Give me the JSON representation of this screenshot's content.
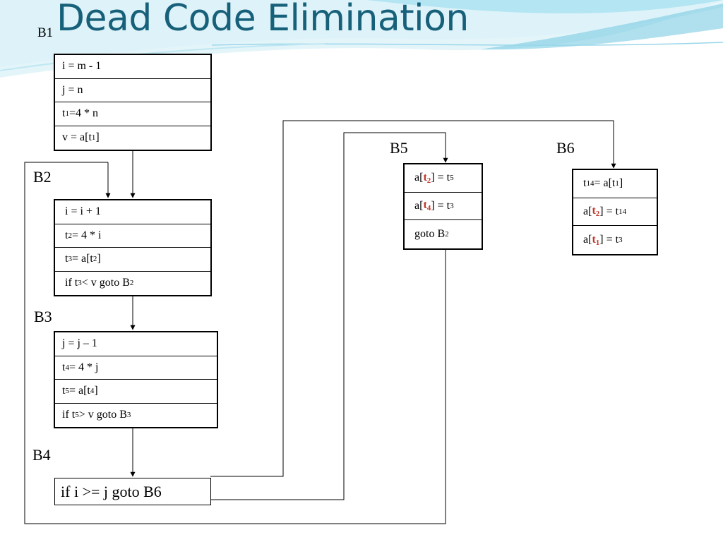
{
  "title": "Dead Code Elimination",
  "blocks": {
    "b1": {
      "label": "B1",
      "rows": [
        {
          "parts": [
            {
              "t": "i = m - 1"
            }
          ]
        },
        {
          "parts": [
            {
              "t": "j = n"
            }
          ]
        },
        {
          "parts": [
            {
              "t": "t"
            },
            {
              "sub": "1"
            },
            {
              "t": " =4 *  n"
            }
          ]
        },
        {
          "parts": [
            {
              "t": "v = a[t"
            },
            {
              "sub": "1"
            },
            {
              "t": "]"
            }
          ]
        }
      ]
    },
    "b2": {
      "label": "B2",
      "rows": [
        {
          "parts": [
            {
              "t": "i = i  + 1"
            }
          ]
        },
        {
          "parts": [
            {
              "t": "t"
            },
            {
              "sub": "2"
            },
            {
              "t": " = 4 * i"
            }
          ]
        },
        {
          "parts": [
            {
              "t": "t"
            },
            {
              "sub": "3"
            },
            {
              "t": " = a[t"
            },
            {
              "sub": "2"
            },
            {
              "t": "]"
            }
          ]
        },
        {
          "parts": [
            {
              "t": "if t"
            },
            {
              "sub": "3"
            },
            {
              "t": " < v goto B"
            },
            {
              "sub": "2"
            }
          ]
        }
      ]
    },
    "b3": {
      "label": "B3",
      "rows": [
        {
          "parts": [
            {
              "t": "j = j – 1"
            }
          ]
        },
        {
          "parts": [
            {
              "t": "t"
            },
            {
              "sub": "4"
            },
            {
              "t": " = 4 *  j"
            }
          ]
        },
        {
          "parts": [
            {
              "t": "t"
            },
            {
              "sub": "5"
            },
            {
              "t": " = a[t"
            },
            {
              "sub": "4"
            },
            {
              "t": "]"
            }
          ]
        },
        {
          "parts": [
            {
              "t": "if t"
            },
            {
              "sub": "5"
            },
            {
              "t": " > v goto B"
            },
            {
              "sub": "3"
            }
          ]
        }
      ]
    },
    "b4": {
      "label": "B4",
      "text": "if i >= j goto B6"
    },
    "b5": {
      "label": "B5",
      "rows": [
        {
          "parts": [
            {
              "t": "a["
            },
            {
              "hl": "t",
              "hlsub": "2"
            },
            {
              "t": "] = t"
            },
            {
              "sub": "5"
            }
          ]
        },
        {
          "parts": [
            {
              "t": "a["
            },
            {
              "hl": "t",
              "hlsub": "4"
            },
            {
              "t": "] = t"
            },
            {
              "sub": "3"
            }
          ]
        },
        {
          "parts": [
            {
              "t": "goto B"
            },
            {
              "sub": "2"
            }
          ]
        }
      ]
    },
    "b6": {
      "label": "B6",
      "rows": [
        {
          "parts": [
            {
              "t": "t"
            },
            {
              "sub": "14"
            },
            {
              "t": " = a[t"
            },
            {
              "sub": "1"
            },
            {
              "t": "]"
            }
          ]
        },
        {
          "parts": [
            {
              "t": "a["
            },
            {
              "hl": "t",
              "hlsub": "2"
            },
            {
              "t": "] = t"
            },
            {
              "sub": "14"
            }
          ]
        },
        {
          "parts": [
            {
              "t": "a["
            },
            {
              "hl": "t",
              "hlsub": "1"
            },
            {
              "t": "] = t"
            },
            {
              "sub": "3"
            }
          ]
        }
      ]
    }
  },
  "colors": {
    "title": "#17607a",
    "highlight": "#c0392b",
    "wave_light": "#cfeef6",
    "wave_mid": "#8fd3e8"
  }
}
